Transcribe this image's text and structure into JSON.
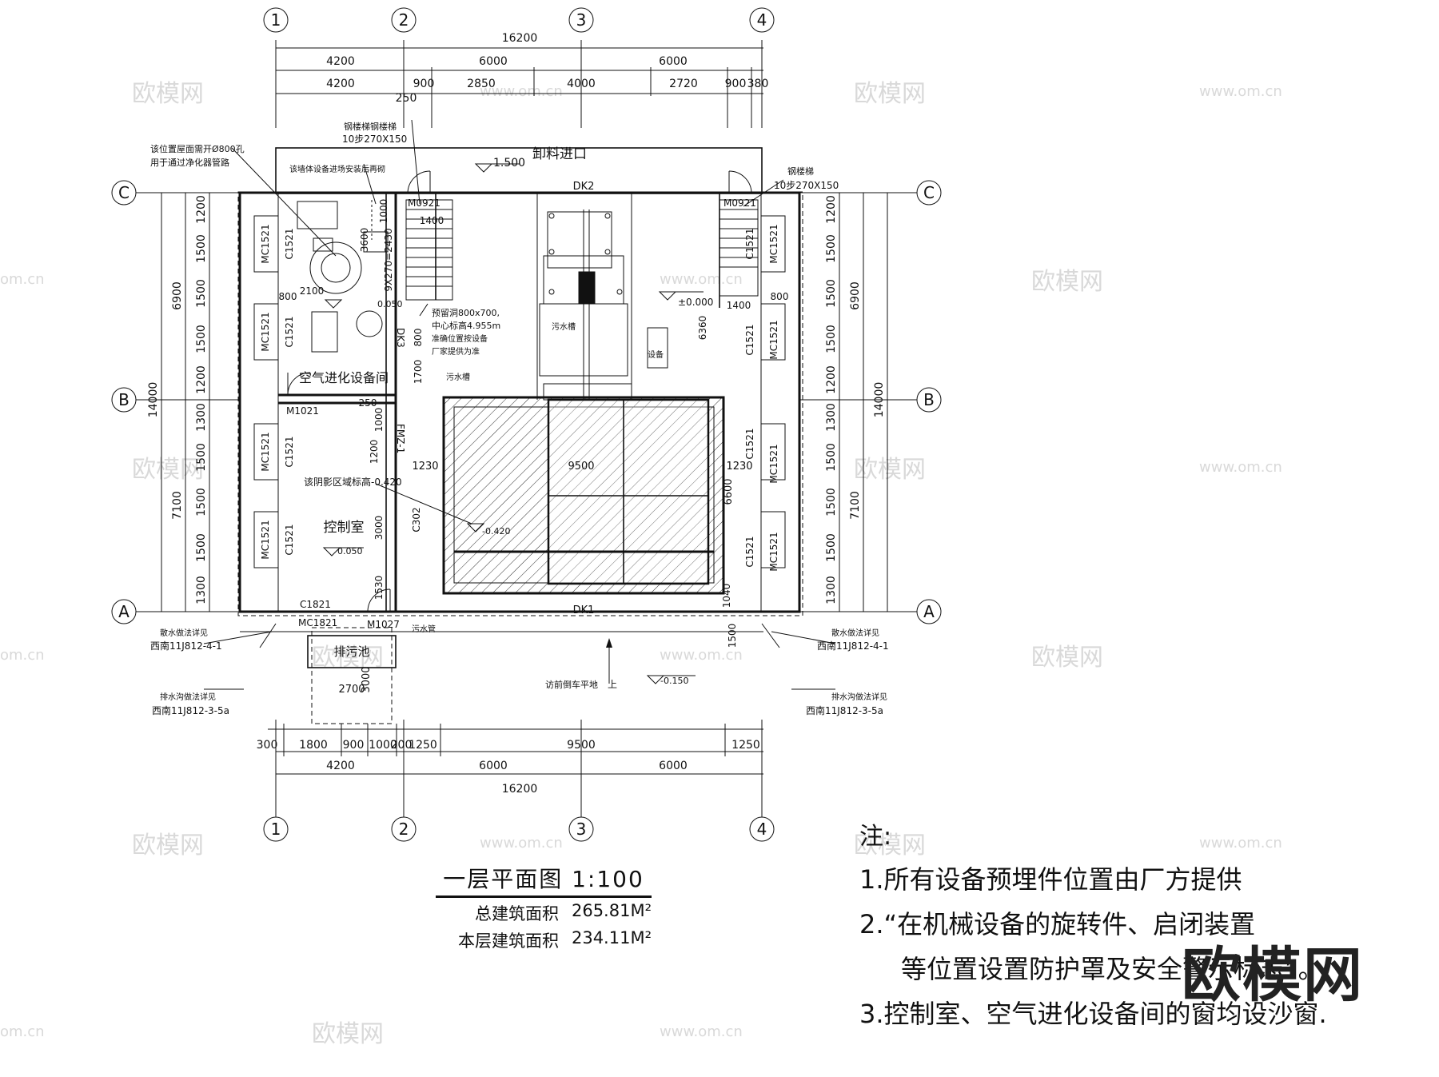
{
  "plan": {
    "title": "一层平面图 1:100",
    "areas": [
      {
        "label": "总建筑面积",
        "value": "265.81M²"
      },
      {
        "label": "本层建筑面积",
        "value": "234.11M²"
      }
    ]
  },
  "grid_axes": {
    "numbers": [
      "1",
      "2",
      "3",
      "4"
    ],
    "letters": [
      "C",
      "B",
      "A"
    ]
  },
  "dimensions": {
    "top_total": "16200",
    "top_row1": [
      "4200",
      "6000",
      "6000"
    ],
    "top_row2": [
      "4200",
      "900",
      "2850",
      "4000",
      "2720",
      "900",
      "380"
    ],
    "top_small": "250",
    "bottom_row1": [
      "300",
      "1800",
      "900",
      "1000",
      "200",
      "1250",
      "9500",
      "1250"
    ],
    "bottom_row2": [
      "4200",
      "6000",
      "6000"
    ],
    "bottom_total": "16200",
    "left_total": "14000",
    "left_sub": [
      "6900",
      "7100"
    ],
    "left_detail": [
      "1200",
      "1500",
      "1500",
      "1500",
      "1200",
      "1300",
      "1500",
      "1500",
      "1500",
      "1300"
    ],
    "right_total": "14000",
    "right_sub": [
      "6900",
      "7100"
    ],
    "right_detail": [
      "1200",
      "1500",
      "1500",
      "1500",
      "1200",
      "1300",
      "1500",
      "1500",
      "1500",
      "1300"
    ]
  },
  "labels": {
    "unloading_entrance": "卸料进口",
    "level_top": "1.500",
    "level_zero": "±0.000",
    "dk2": "DK2",
    "dk1": "DK1",
    "air_room": "空气进化设备间",
    "control_room": "控制室",
    "control_level": "0.050",
    "air_level": "0.050",
    "pit_level": "-0.420",
    "ramp_level": "-0.150",
    "sewage_pool": "排污池",
    "ramp_text": "访前倒车平地",
    "up": "上",
    "pool_dim_w": "2700",
    "pool_dim_h": "3000",
    "pit_dim_w": "9500",
    "pit_dim_h": "6600",
    "side_1230_l": "1230",
    "side_1230_r": "1230",
    "dim_1500_bottom": "1500",
    "dim_1040": "1040",
    "dim_6360": "6360",
    "dim_800_l": "800",
    "dim_800_r": "800",
    "dim_1400_l": "1400",
    "dim_1400_r": "1400",
    "dim_2100": "2100",
    "dim_1700": "1700",
    "dim_1200": "1200",
    "dim_1000": "1000",
    "dim_250": "250",
    "dim_3000": "3000",
    "dim_1530": "1530",
    "dim_800_mid": "800",
    "dim_1000_stair": "1000",
    "dim_3600": "3600",
    "stair_l": "9X270=2430",
    "door_m0921_l": "M0921",
    "door_m0921_r": "M0921",
    "door_m1021": "M1021",
    "door_m1027": "M1027",
    "fm": "FMZ-1",
    "dk3": "DK3",
    "c302": "C302",
    "c1821": "C1821",
    "mc1821": "MC1821",
    "window_c1521": "C1521",
    "window_mc1521": "MC1521",
    "steel_stair_l": "钢楼梯钢楼梯",
    "steel_stair_l_spec": "10步270X150",
    "steel_stair_r": "钢楼梯",
    "steel_stair_r_spec": "10步270X150",
    "note_roof_1": "该位置屋面需开Ø800孔",
    "note_roof_2": "用于通过净化器管路",
    "note_wall": "该墙体设备进场安装后再砌",
    "note_hole_1": "预留洞800x700,",
    "note_hole_2": "中心标高4.955m",
    "note_hole_3": "准确位置按设备",
    "note_hole_4": "厂家提供为准",
    "note_pit": "该阴影区域标高-0.420",
    "drain_l1": "散水做法详见",
    "drain_l1_ref": "西南11J812-4-1",
    "drain_r1": "散水做法详见",
    "drain_r1_ref": "西南11J812-4-1",
    "drain_l2": "排水沟做法详见",
    "drain_l2_ref": "西南11J812-3-5a",
    "drain_r2": "排水沟做法详见",
    "drain_r2_ref": "西南11J812-3-5a",
    "sewage_pipe": "污水管",
    "equip_tag": "设备",
    "side_slot": "污水槽",
    "small_tag": "污水槽"
  },
  "notes": {
    "heading": "注:",
    "items": [
      "1.所有设备预埋件位置由厂方提供",
      "2.“在机械设备的旋转件、启闭装置",
      "等位置设置防护罩及安全警示标志”。",
      "3.控制室、空气进化设备间的窗均设沙窗."
    ]
  },
  "watermarks": {
    "cn": "欧模网",
    "url": "www.om.cn",
    "url_short": "om.cn"
  },
  "brand": "欧模网"
}
